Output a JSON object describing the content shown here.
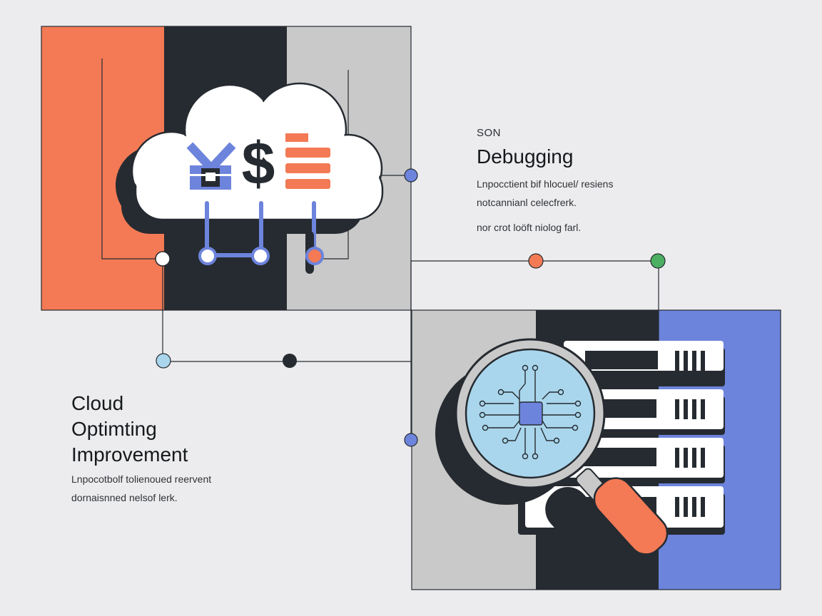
{
  "colors": {
    "background": "#ececee",
    "orange": "#f37a55",
    "dark": "#262b31",
    "gray": "#c9c9c9",
    "blue": "#6d84dc",
    "light_blue": "#a9d6ec",
    "green": "#4caf62",
    "white": "#ffffff"
  },
  "right_text": {
    "eyebrow": "SON",
    "heading": "Debugging",
    "line1": "Lnpocctient bif hlocuel/ resiens",
    "line2": "notcannianl celecfrerk.",
    "line3": "nor crot loöft niolog farl."
  },
  "left_text": {
    "heading_line1": "Cloud",
    "heading_line2": "Optimting",
    "heading_line3": "Improvement",
    "line1": "Lnpocotbolf tolienoued reervent",
    "line2": "dornaisnned nelsof lerk."
  },
  "icons": {
    "cloud": "cloud-icon",
    "dollar": "dollar-sign-icon",
    "magnifier": "magnifying-glass-icon",
    "chip": "circuit-chip-icon",
    "server": "server-rack-icon"
  },
  "glyphs": {
    "dollar": "$"
  }
}
